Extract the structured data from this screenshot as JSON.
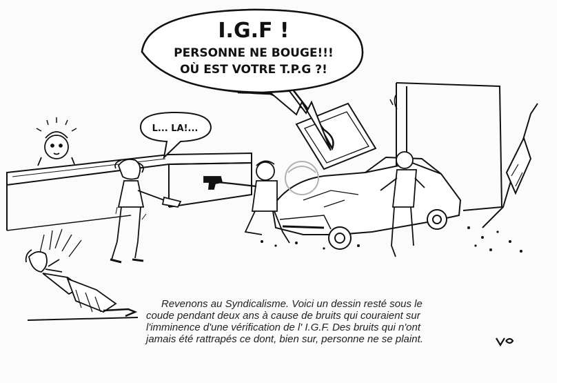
{
  "speech": {
    "main": [
      "I.G.F !",
      "PERSONNE NE BOUGE!!!",
      "OÙ EST VOTRE T.P.G ?!"
    ],
    "small": "L... LA!..."
  },
  "caption": [
    "Revenons au Syndicalisme. Voici un dessin resté sous le",
    "coude pendant deux ans à cause de bruits qui couraient sur",
    "l'imminence d'une vérification de  l' I.G.F. Des bruits qui n'ont",
    "jamais été rattrapés ce dont, bien sur, personne ne se plaint."
  ],
  "colors": {
    "ink": "#111111",
    "paper": "#fbfbfb",
    "stamp": "#b0b0b0"
  }
}
